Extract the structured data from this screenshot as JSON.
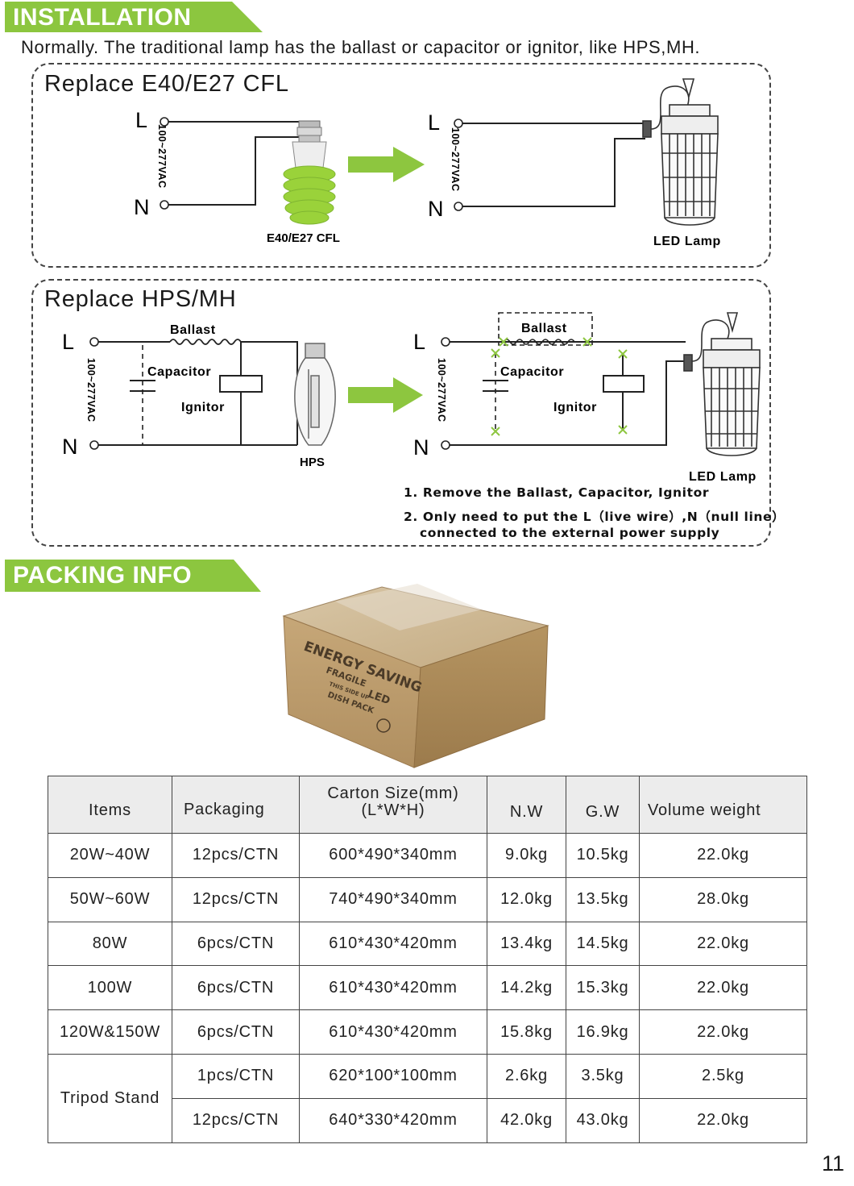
{
  "brand": {
    "green": "#8cc63f",
    "accent": "#8dc63f",
    "bulb_green": "#9ad23a"
  },
  "installation": {
    "header": "INSTALLATION",
    "intro": "Normally. The traditional lamp has the ballast or capacitor or ignitor, like HPS,MH.",
    "cfl_panel": {
      "title": "Replace E40/E27 CFL",
      "live_label": "L",
      "neutral_label": "N",
      "voltage": "100~277VAC",
      "old_lamp": "E40/E27 CFL",
      "new_lamp": "LED Lamp"
    },
    "hps_panel": {
      "title": "Replace HPS/MH",
      "live_label": "L",
      "neutral_label": "N",
      "voltage": "100~277VAC",
      "ballast": "Ballast",
      "capacitor": "Capacitor",
      "ignitor": "Ignitor",
      "old_lamp": "HPS",
      "new_lamp": "LED Lamp",
      "notes": [
        "1. Remove  the  Ballast, Capacitor, Ignitor",
        "2. Only  need  to  put  the  L（live  wire）,N（null  line）",
        "connected  to  the  external  power  supply"
      ]
    }
  },
  "packing": {
    "header": "PACKING INFO",
    "carton_print": {
      "line1": "ENERGY SAVING",
      "line2": "LED",
      "line3": "FRAGILE",
      "line4": "THIS SIDE UP",
      "line5": "DISH PACK"
    },
    "columns": [
      "Items",
      "Packaging",
      "Carton Size(mm)",
      "(L*W*H)",
      "N.W",
      "G.W",
      "Volume weight"
    ],
    "rows": [
      {
        "item": "20W~40W",
        "packaging": "12pcs/CTN",
        "size": "600*490*340mm",
        "nw": "9.0kg",
        "gw": "10.5kg",
        "vw": "22.0kg"
      },
      {
        "item": "50W~60W",
        "packaging": "12pcs/CTN",
        "size": "740*490*340mm",
        "nw": "12.0kg",
        "gw": "13.5kg",
        "vw": "28.0kg"
      },
      {
        "item": "80W",
        "packaging": "6pcs/CTN",
        "size": "610*430*420mm",
        "nw": "13.4kg",
        "gw": "14.5kg",
        "vw": "22.0kg"
      },
      {
        "item": "100W",
        "packaging": "6pcs/CTN",
        "size": "610*430*420mm",
        "nw": "14.2kg",
        "gw": "15.3kg",
        "vw": "22.0kg"
      },
      {
        "item": "120W&150W",
        "packaging": "6pcs/CTN",
        "size": "610*430*420mm",
        "nw": "15.8kg",
        "gw": "16.9kg",
        "vw": "22.0kg"
      }
    ],
    "tripod": {
      "item": "Tripod Stand",
      "rows": [
        {
          "packaging": "1pcs/CTN",
          "size": "620*100*100mm",
          "nw": "2.6kg",
          "gw": "3.5kg",
          "vw": "2.5kg"
        },
        {
          "packaging": "12pcs/CTN",
          "size": "640*330*420mm",
          "nw": "42.0kg",
          "gw": "43.0kg",
          "vw": "22.0kg"
        }
      ]
    }
  },
  "page_number": "11"
}
